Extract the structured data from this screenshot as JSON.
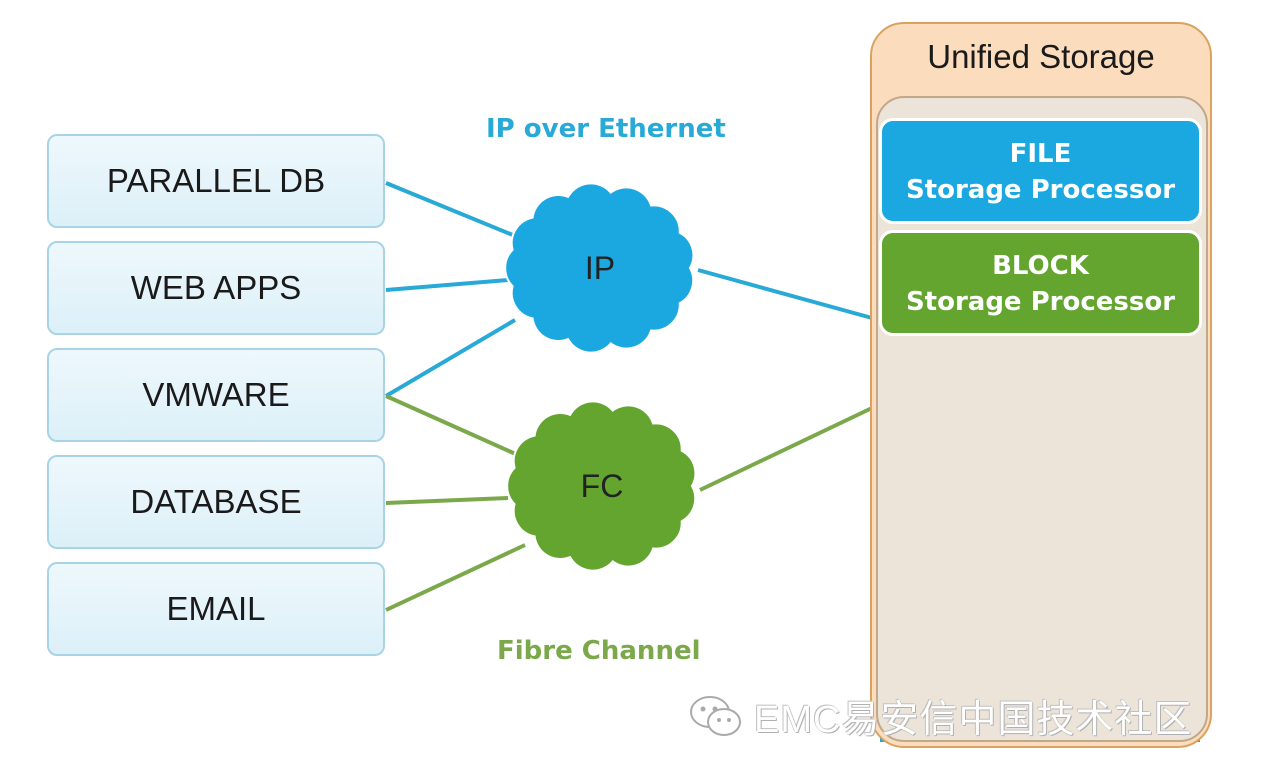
{
  "clients": [
    {
      "label": "PARALLEL DB"
    },
    {
      "label": "WEB APPS"
    },
    {
      "label": "VMWARE"
    },
    {
      "label": "DATABASE"
    },
    {
      "label": "EMAIL"
    }
  ],
  "networks": {
    "ip": {
      "caption": "IP over Ethernet",
      "cloud_label": "IP",
      "color": "#29a9d6",
      "cloud_color": "#1ba8e0"
    },
    "fc": {
      "caption": "Fibre Channel",
      "cloud_label": "FC",
      "color": "#7aa84a",
      "cloud_color": "#63a52f"
    }
  },
  "storage": {
    "title": "Unified Storage",
    "file_processor": {
      "line1": "FILE",
      "line2": "Storage Processor"
    },
    "block_processor": {
      "line1": "BLOCK",
      "line2": "Storage Processor"
    },
    "disk_grid": [
      [
        "green",
        "green",
        "blue",
        "blue"
      ],
      [
        "blue",
        "blue",
        "green",
        "green"
      ],
      [
        "green",
        "green",
        "blue",
        "blue"
      ],
      [
        "blue",
        "blue",
        "green",
        "green"
      ]
    ]
  },
  "colors": {
    "blue": "#1ba8e0",
    "green": "#63a52f"
  },
  "watermark": {
    "text": "EMC易安信中国技术社区",
    "icon": "wechat-icon"
  }
}
